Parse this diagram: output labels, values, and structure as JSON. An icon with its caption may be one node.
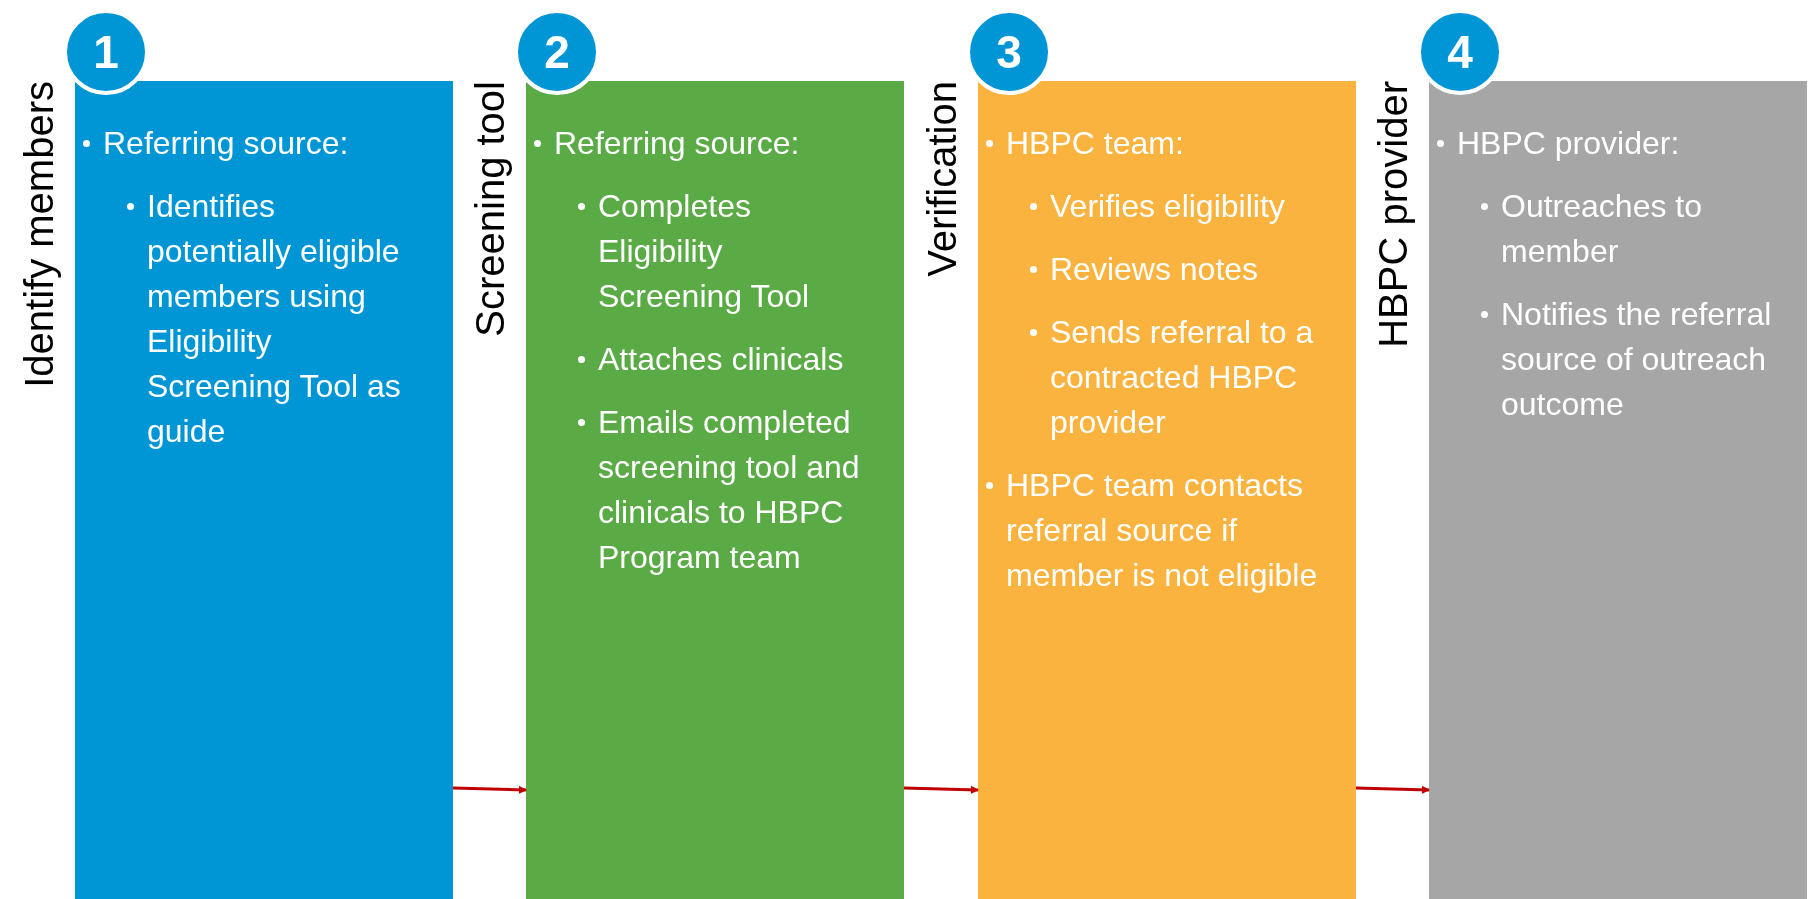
{
  "diagram": {
    "nodes": [
      {
        "text": [
          "1"
        ]
      },
      {
        "text": [
          "Identify members",
          "Referring source:",
          "Identifies potentially eligible members using Eligibility Screening Tool as guide"
        ]
      },
      {
        "text": [
          "2"
        ]
      },
      {
        "text": [
          "Screening tool",
          "Referring source:",
          "Completes Eligibility Screening Tool",
          "Attaches clinicals",
          "Emails completed screening tool and clinicals to HBPC Program team"
        ]
      },
      {
        "text": [
          "3"
        ]
      },
      {
        "text": [
          "Verification",
          "HBPC team:",
          "Verifies eligibility",
          "Reviews notes",
          "Sends referral to a contracted HBPC provider",
          "HBPC team contacts referral source if member is not eligible"
        ]
      },
      {
        "text": [
          "4"
        ]
      },
      {
        "text": [
          "HBPC provider",
          "HBPC provider:",
          "Outreaches to member",
          "Notifies the referral source of outreach outcome"
        ]
      }
    ],
    "edges": [
      {
        "from": 1,
        "to": 3,
        "arrow": "to"
      },
      {
        "from": 3,
        "to": 5,
        "arrow": "to"
      },
      {
        "from": 5,
        "to": 7,
        "arrow": "to"
      }
    ]
  }
}
